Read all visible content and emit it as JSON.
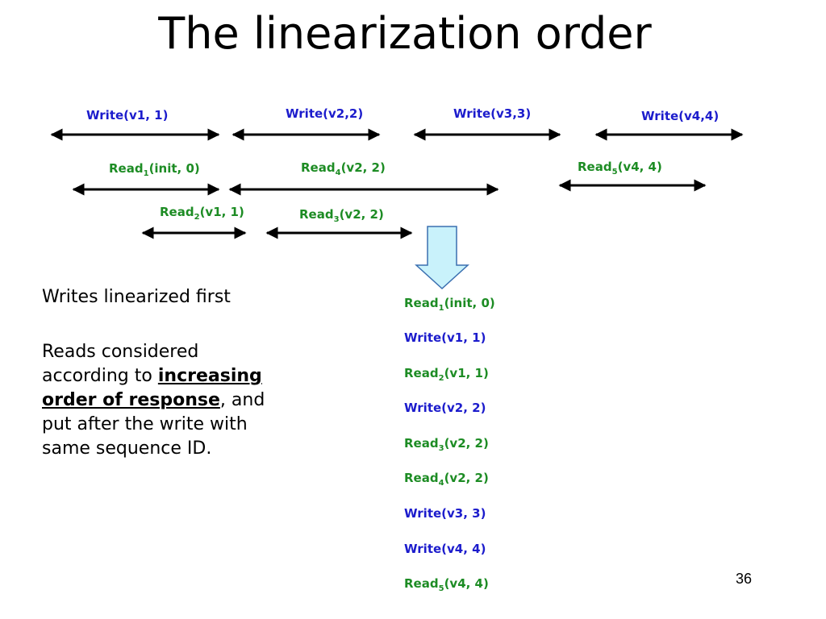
{
  "title": "The linearization order",
  "timeline": {
    "write1": "Write(v1, 1)",
    "write2": "Write(v2,2)",
    "write3": "Write(v3,3)",
    "write4": "Write(v4,4)",
    "read1": {
      "name": "Read",
      "sub": "1",
      "args": "(init, 0)"
    },
    "read4": {
      "name": "Read",
      "sub": "4",
      "args": "(v2, 2)"
    },
    "read5": {
      "name": "Read",
      "sub": "5",
      "args": "(v4, 4)"
    },
    "read2": {
      "name": "Read",
      "sub": "2",
      "args": "(v1, 1)"
    },
    "read3": {
      "name": "Read",
      "sub": "3",
      "args": "(v2, 2)"
    }
  },
  "notes": {
    "writes_first": "Writes linearized first",
    "reads_pre": "Reads considered according to ",
    "reads_emph": "increasing order of response",
    "reads_post": ", and put after the write with same sequence ID."
  },
  "order": [
    {
      "kind": "read",
      "name": "Read",
      "sub": "1",
      "args": "(init, 0)"
    },
    {
      "kind": "write",
      "text": "Write(v1, 1)"
    },
    {
      "kind": "read",
      "name": "Read",
      "sub": "2",
      "args": "(v1, 1)"
    },
    {
      "kind": "write",
      "text": "Write(v2, 2)"
    },
    {
      "kind": "read",
      "name": "Read",
      "sub": "3",
      "args": "(v2, 2)"
    },
    {
      "kind": "read",
      "name": "Read",
      "sub": "4",
      "args": "(v2, 2)"
    },
    {
      "kind": "write",
      "text": "Write(v3, 3)"
    },
    {
      "kind": "write",
      "text": "Write(v4, 4)"
    },
    {
      "kind": "read",
      "name": "Read",
      "sub": "5",
      "args": "(v4, 4)"
    }
  ],
  "page_number": "36",
  "colors": {
    "write": "#1c1ccc",
    "read": "#1d8c24",
    "down_arrow_fill": "#c9f2fb",
    "down_arrow_stroke": "#3a6fb0"
  },
  "icons": {
    "interval": "double-headed-arrow",
    "transform": "down-arrow"
  }
}
